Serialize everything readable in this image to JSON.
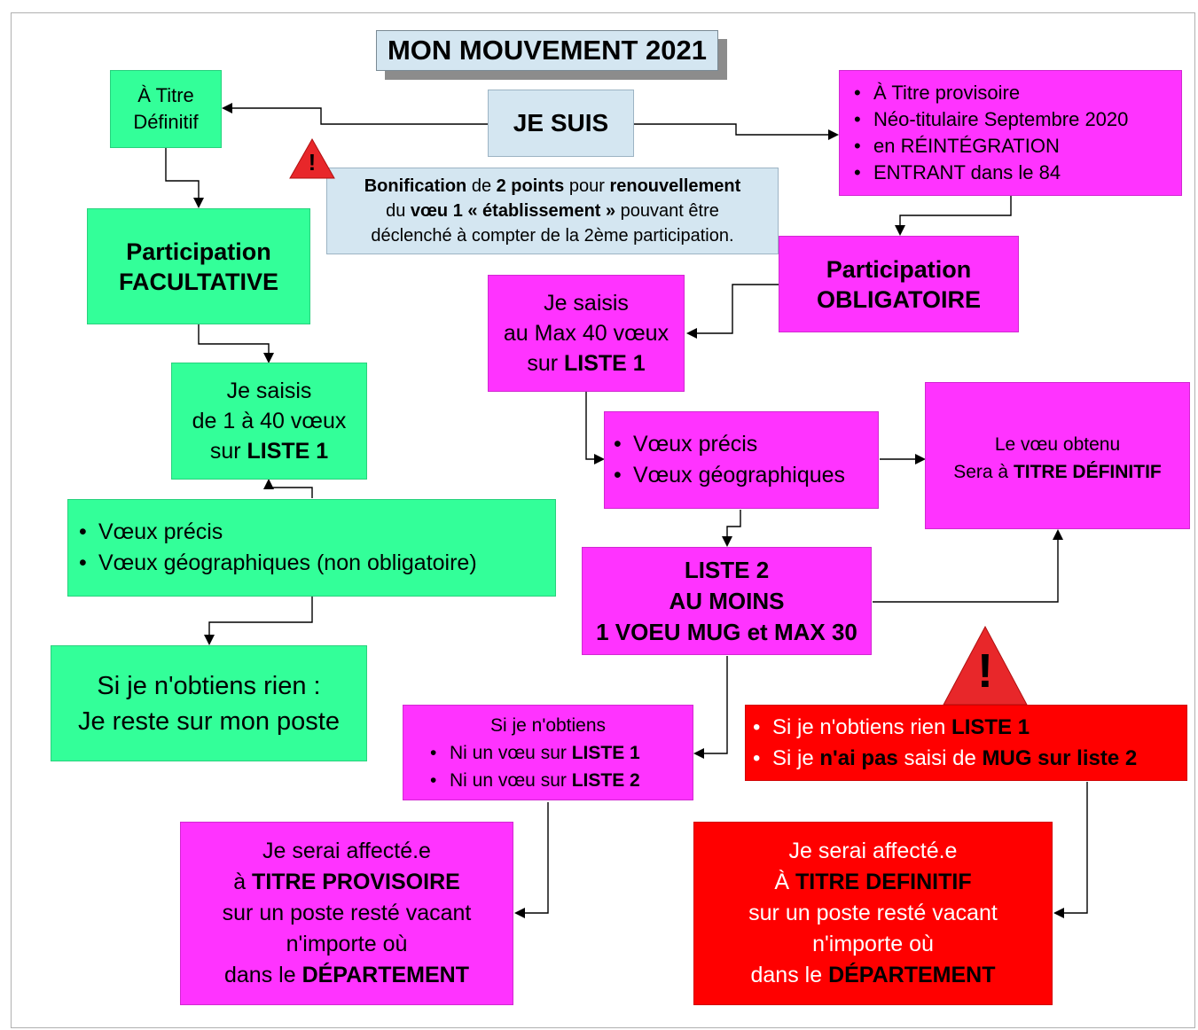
{
  "title": "MON MOUVEMENT 2021",
  "je_suis": "JE SUIS",
  "titre_definitif_box": {
    "line1": "À Titre",
    "line2": "Définitif"
  },
  "provisoire_box": {
    "items": [
      "À Titre provisoire",
      "Néo-titulaire Septembre 2020",
      "en RÉINTÉGRATION",
      "ENTRANT dans le 84"
    ]
  },
  "bonification": {
    "p1": "Bonification",
    "p2": " de ",
    "p3": "2 points",
    "p4": " pour ",
    "p5": "renouvellement",
    "p6": "du ",
    "p7": "vœu 1 « établissement »",
    "p8": " pouvant être",
    "p9": "déclenché à compter de la 2ème  participation.",
    "warning_mark": "!"
  },
  "facultative": {
    "line1": "Participation",
    "line2": "FACULTATIVE"
  },
  "obligatoire": {
    "line1": "Participation",
    "line2": "OBLIGATOIRE"
  },
  "saisis_left": {
    "line1": "Je saisis",
    "line2": "de 1 à 40 vœux",
    "line3a": "sur ",
    "line3b": "LISTE 1"
  },
  "saisis_right": {
    "line1": "Je saisis",
    "line2": "au Max 40 vœux",
    "line3a": "sur ",
    "line3b": "LISTE 1"
  },
  "voeux_left": {
    "items": [
      "Vœux précis",
      "Vœux géographiques (non obligatoire)"
    ]
  },
  "voeux_right": {
    "items": [
      "Vœux précis",
      "Vœux géographiques"
    ]
  },
  "voeu_obtenu": {
    "line1": "Le vœu obtenu",
    "line2a": "Sera à ",
    "line2b": "TITRE DÉFINITIF"
  },
  "liste2": {
    "line1": "LISTE 2",
    "line2": "AU MOINS",
    "line3": "1 VOEU MUG et MAX 30"
  },
  "rien_left": {
    "line1": "Si je n'obtiens rien :",
    "line2": "Je reste sur mon poste"
  },
  "si_nobtiens": {
    "line1": "Si je n'obtiens",
    "item1a": "Ni un vœu sur ",
    "item1b": "LISTE 1",
    "item2a": "Ni un vœu sur ",
    "item2b": "LISTE 2"
  },
  "red_cond": {
    "warning_mark": "!",
    "item1a": "Si je n'obtiens rien ",
    "item1b": "LISTE 1",
    "item2a": "Si je ",
    "item2b": "n'ai",
    "item2c": " ",
    "item2d": "pas",
    "item2e": " saisi de ",
    "item2f": "MUG sur liste 2"
  },
  "affecte_prov": {
    "line1": "Je serai affecté.e",
    "line2a": "à ",
    "line2b": "TITRE PROVISOIRE",
    "line3": "sur un poste resté vacant",
    "line4": "n'importe où",
    "line5a": "dans le ",
    "line5b": "DÉPARTEMENT"
  },
  "affecte_def": {
    "line1": "Je serai affecté.e",
    "line2a": "À ",
    "line2b": "TITRE DEFINITIF",
    "line3": "sur un poste resté vacant",
    "line4": "n'importe où",
    "line5a": "dans le ",
    "line5b": "DÉPARTEMENT"
  },
  "colors": {
    "green": "#33ff99",
    "magenta": "#ff33ff",
    "red": "#ff0000",
    "light_blue": "#d4e6f1"
  }
}
